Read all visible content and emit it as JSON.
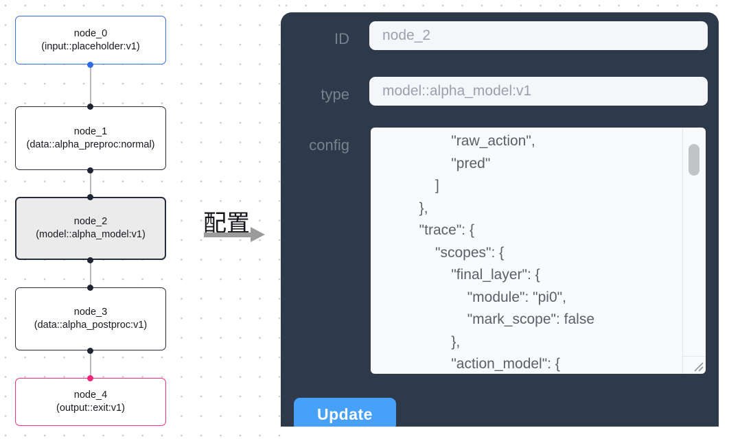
{
  "graph": {
    "nodes": [
      {
        "id": "node_0",
        "title": "node_0",
        "subtitle": "(input::placeholder:v1)",
        "variant": "input"
      },
      {
        "id": "node_1",
        "title": "node_1",
        "subtitle": "(data::alpha_preproc:normal)",
        "variant": "default"
      },
      {
        "id": "node_2",
        "title": "node_2",
        "subtitle": "(model::alpha_model:v1)",
        "variant": "selected"
      },
      {
        "id": "node_3",
        "title": "node_3",
        "subtitle": "(data::alpha_postproc:v1)",
        "variant": "default"
      },
      {
        "id": "node_4",
        "title": "node_4",
        "subtitle": "(output::exit:v1)",
        "variant": "output"
      }
    ]
  },
  "transition": {
    "label": "配置"
  },
  "panel": {
    "fields": {
      "id": {
        "label": "ID",
        "value": "node_2"
      },
      "type": {
        "label": "type",
        "value": "model::alpha_model:v1"
      },
      "config": {
        "label": "config",
        "value": "                \"raw_action\",\n                \"pred\"\n            ]\n        },\n        \"trace\": {\n            \"scopes\": {\n                \"final_layer\": {\n                    \"module\": \"pi0\",\n                    \"mark_scope\": false\n                },\n                \"action_model\": {"
      }
    },
    "update_label": "Update"
  },
  "colors": {
    "panel_bg": "#2e3a49",
    "button_blue": "#47a1f8",
    "input_node_blue": "#3a6ee0",
    "output_node_pink": "#ee2f7e",
    "port_blue": "#2f6ae8",
    "port_pink": "#f0257c",
    "node_border": "#262c3b"
  }
}
